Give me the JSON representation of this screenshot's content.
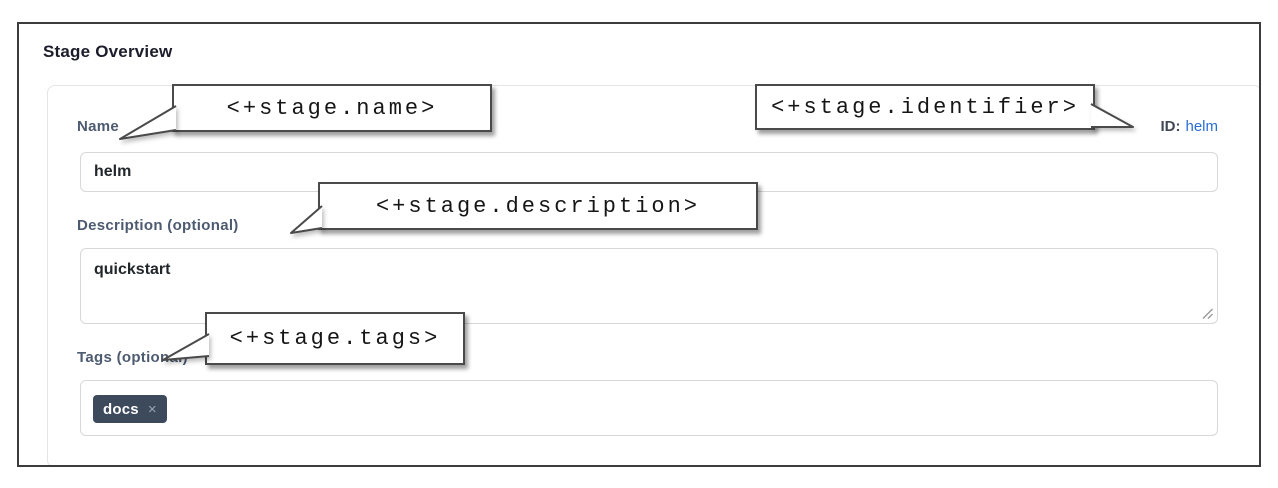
{
  "header": {
    "title": "Stage Overview"
  },
  "form": {
    "name": {
      "label": "Name",
      "value": "helm"
    },
    "identifier": {
      "label": "ID:",
      "value": "helm"
    },
    "description": {
      "label": "Description (optional)",
      "value": "quickstart"
    },
    "tags": {
      "label": "Tags (optional)",
      "chips": [
        {
          "text": "docs",
          "remove_glyph": "×"
        }
      ]
    }
  },
  "annotations": {
    "name": "<+stage.name>",
    "identifier": "<+stage.identifier>",
    "description": "<+stage.description>",
    "tags": "<+stage.tags>"
  },
  "colors": {
    "id_link_blue": "#2a6dd5",
    "chip_background": "#3c4a5c",
    "label_slate": "#4d5b70",
    "callout_border": "#4a4a4a"
  }
}
